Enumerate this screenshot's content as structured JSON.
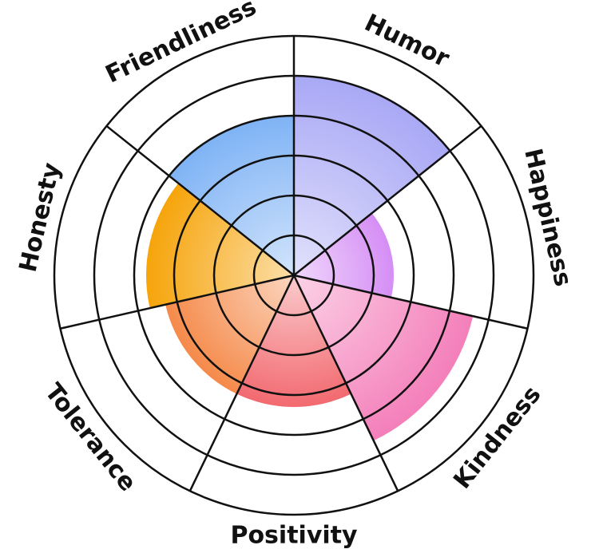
{
  "chart_data": {
    "type": "polar-area",
    "title": "",
    "r_max": 6,
    "ring_levels": [
      1,
      2,
      3,
      4,
      5,
      6
    ],
    "categories": [
      {
        "label": "Humor",
        "value": 5.0,
        "color": "#a9a8f5"
      },
      {
        "label": "Happiness",
        "value": 2.5,
        "color": "#d58ef5"
      },
      {
        "label": "Kindness",
        "value": 4.6,
        "color": "#f47fba"
      },
      {
        "label": "Positivity",
        "value": 3.3,
        "color": "#f26a70"
      },
      {
        "label": "Tolerance",
        "value": 3.3,
        "color": "#f58a4a"
      },
      {
        "label": "Honesty",
        "value": 3.7,
        "color": "#f6a40a"
      },
      {
        "label": "Friendliness",
        "value": 4.0,
        "color": "#7fb3f5"
      }
    ],
    "grid": true,
    "legend": "none"
  }
}
